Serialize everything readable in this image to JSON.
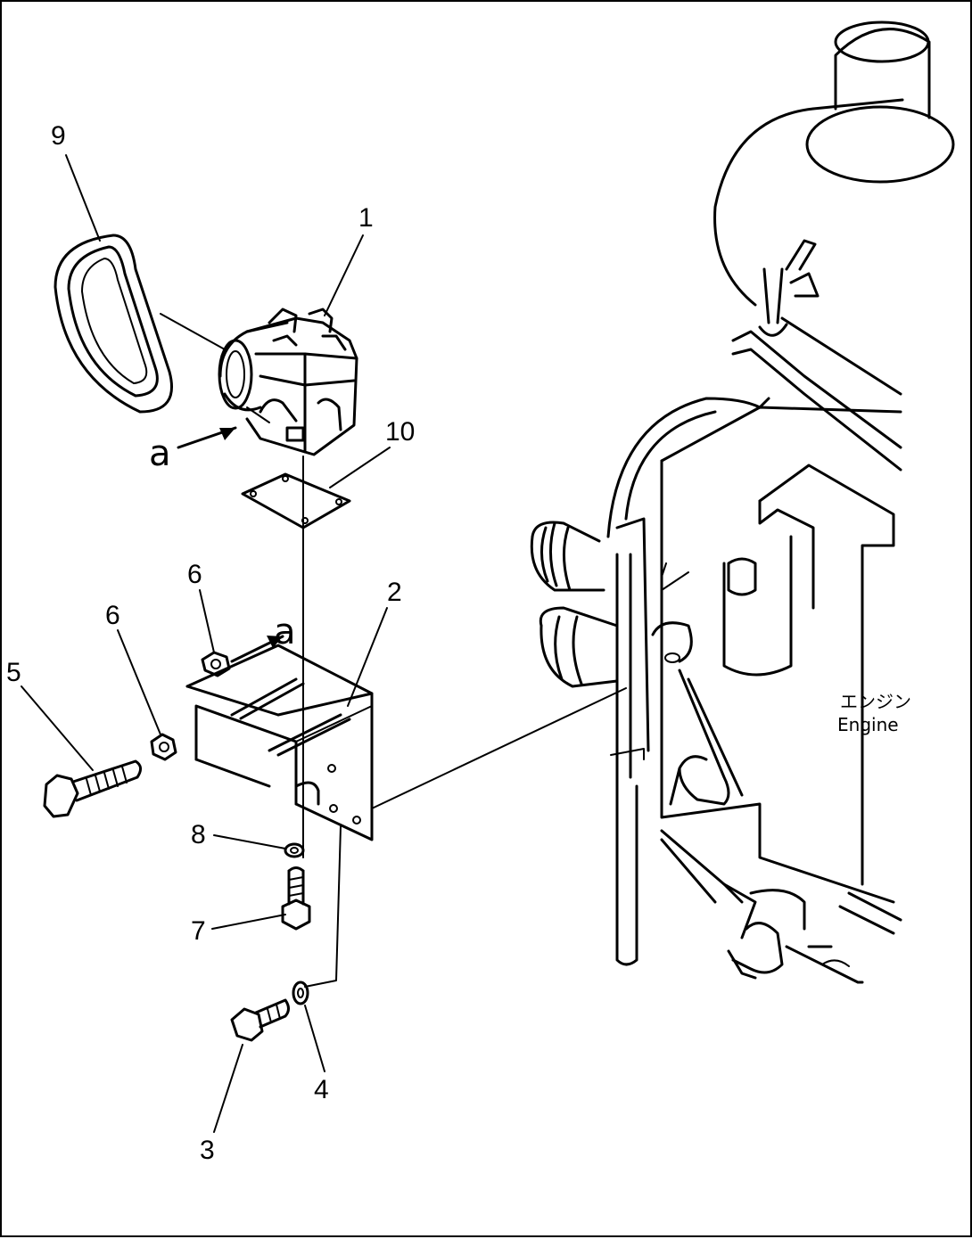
{
  "labels": {
    "part_1": "1",
    "part_2": "2",
    "part_3": "3",
    "part_4": "4",
    "part_5": "5",
    "part_6a": "6",
    "part_6b": "6",
    "part_7": "7",
    "part_8": "8",
    "part_9": "9",
    "part_10": "10",
    "view_a1": "a",
    "view_a2": "a",
    "engine_jp": "エンジン",
    "engine_en": "Engine"
  }
}
